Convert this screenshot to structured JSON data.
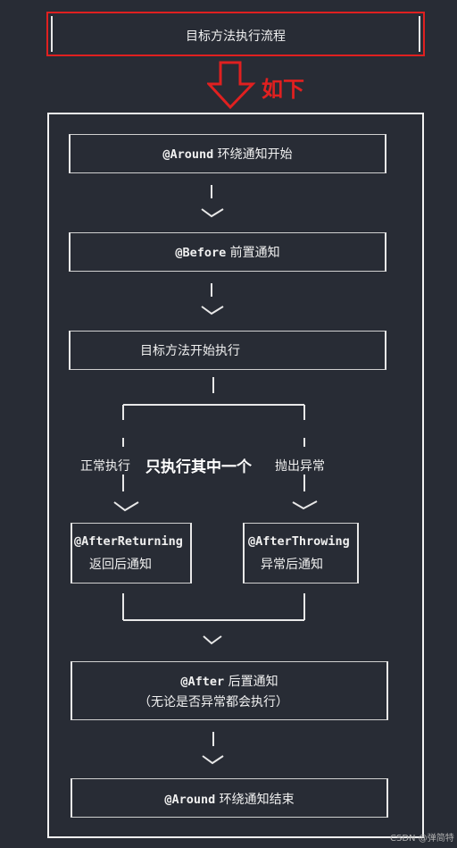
{
  "title": "目标方法执行流程",
  "arrow_label": "如下",
  "accent_color": "#e02020",
  "steps": {
    "around_start": {
      "code": "@Around",
      "text": "环绕通知开始"
    },
    "before": {
      "code": "@Before",
      "text": "前置通知"
    },
    "method_start": {
      "text": "目标方法开始执行"
    },
    "branch_left": "正常执行",
    "branch_middle": "只执行其中一个",
    "branch_right": "抛出异常",
    "after_returning": {
      "code": "@AfterReturning",
      "text": "返回后通知"
    },
    "after_throwing": {
      "code": "@AfterThrowing",
      "text": "异常后通知"
    },
    "after": {
      "code": "@After",
      "text": "后置通知",
      "note": "（无论是否异常都会执行）"
    },
    "around_end": {
      "code": "@Around",
      "text": "环绕通知结束"
    }
  },
  "watermark": "CSDN @弹简特"
}
